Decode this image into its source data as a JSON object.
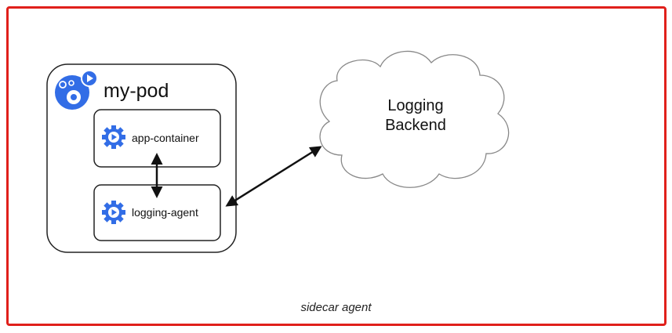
{
  "diagram": {
    "pod_label": "my-pod",
    "app_container_label": "app-container",
    "logging_agent_label": "logging-agent",
    "backend_line1": "Logging",
    "backend_line2": "Backend",
    "caption": "sidecar agent"
  },
  "colors": {
    "frame_border": "#e0201b",
    "kube_blue": "#326de6",
    "stroke": "#222222"
  },
  "icons": {
    "pod": "kubernetes-pod-icon",
    "container": "kubernetes-container-icon"
  }
}
